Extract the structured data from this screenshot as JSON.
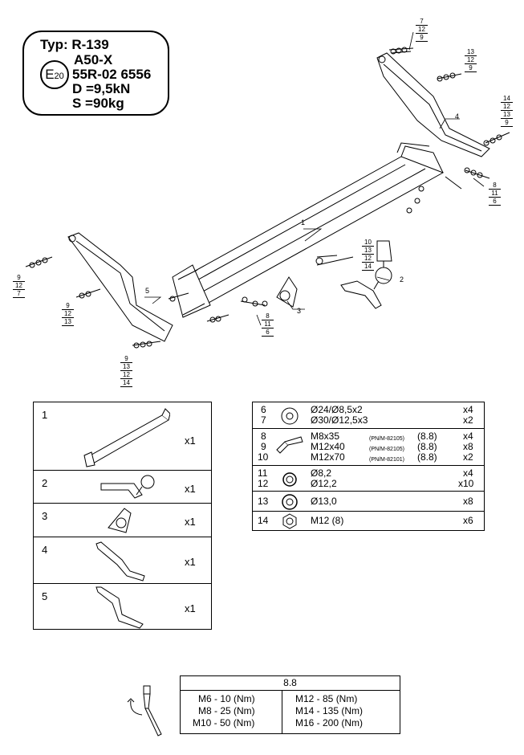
{
  "type_box": {
    "line1": "Typ: R-139",
    "line2": "A50-X",
    "line3": "55R-02 6556",
    "line4": "D =9,5kN",
    "line5": "S =90kg",
    "emark_letter": "E",
    "emark_number": "20"
  },
  "callouts": {
    "c7_12_9_top": [
      "7",
      "12",
      "9"
    ],
    "c13_12_9": [
      "13",
      "12",
      "9"
    ],
    "c14_12_13_9": [
      "14",
      "12",
      "13",
      "9"
    ],
    "c8_11_6_right": [
      "8",
      "11",
      "6"
    ],
    "c10_13_12_14": [
      "10",
      "13",
      "12",
      "14"
    ],
    "c9_12_7_left": [
      "9",
      "12",
      "7"
    ],
    "c9_12_13_left": [
      "9",
      "12",
      "13"
    ],
    "c8_11_6_center": [
      "8",
      "11",
      "6"
    ],
    "c9_13_12_14_bottom": [
      "9",
      "13",
      "12",
      "14"
    ]
  },
  "part_labels": {
    "p1": "1",
    "p2": "2",
    "p3": "3",
    "p4": "4",
    "p5": "5"
  },
  "parts_table": [
    {
      "num": "1",
      "qty": "x1"
    },
    {
      "num": "2",
      "qty": "x1"
    },
    {
      "num": "3",
      "qty": "x1"
    },
    {
      "num": "4",
      "qty": "x1"
    },
    {
      "num": "5",
      "qty": "x1"
    }
  ],
  "hardware": {
    "r6": {
      "num": "6",
      "desc": "Ø24/Ø8,5x2",
      "qty": "x4"
    },
    "r7": {
      "num": "7",
      "desc": "Ø30/Ø12,5x3",
      "qty": "x2"
    },
    "r8": {
      "num": "8",
      "desc": "M8x35",
      "std": "(PN/M-82105)",
      "grade": "(8.8)",
      "qty": "x4"
    },
    "r9": {
      "num": "9",
      "desc": "M12x40",
      "std": "(PN/M-82105)",
      "grade": "(8.8)",
      "qty": "x8"
    },
    "r10": {
      "num": "10",
      "desc": "M12x70",
      "std": "(PN/M-82101)",
      "grade": "(8.8)",
      "qty": "x2"
    },
    "r11": {
      "num": "11",
      "desc": "Ø8,2",
      "qty": "x4"
    },
    "r12": {
      "num": "12",
      "desc": "Ø12,2",
      "qty": "x10"
    },
    "r13": {
      "num": "13",
      "desc": "Ø13,0",
      "qty": "x8"
    },
    "r14": {
      "num": "14",
      "desc": "M12 (8)",
      "qty": "x6"
    }
  },
  "torque": {
    "header": "8.8",
    "left": [
      "M6  -  10 (Nm)",
      "M8  -  25 (Nm)",
      "M10  -  50 (Nm)"
    ],
    "right": [
      "M12  -  85 (Nm)",
      "M14  -  135 (Nm)",
      "M16  -  200 (Nm)"
    ]
  }
}
